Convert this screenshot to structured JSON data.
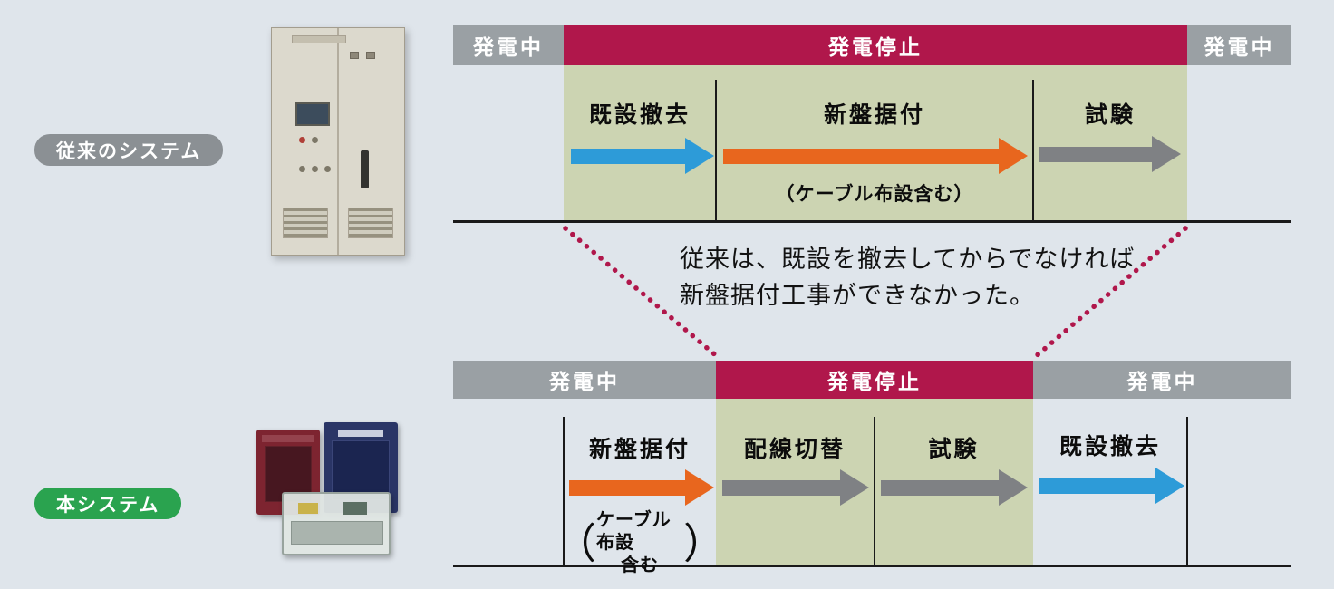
{
  "colors": {
    "page_bg": "#dfe5eb",
    "gray_header": "#9aa0a4",
    "crimson": "#b0174b",
    "green_panel": "#ccd4b2",
    "blue_arrow": "#2d9bd8",
    "orange_arrow": "#e8661e",
    "gray_arrow": "#7f8184",
    "gray_badge": "#8b9094",
    "green_badge": "#2aa34f",
    "line_black": "#1a1a1a"
  },
  "badges": {
    "conventional": "従来のシステム",
    "current": "本システム"
  },
  "images": {
    "top": "control-panel-cabinet-photo",
    "bottom": "protection-relay-units-photo"
  },
  "top_timeline": {
    "header": [
      {
        "label": "発電中"
      },
      {
        "label": "発電停止"
      },
      {
        "label": "発電中"
      }
    ],
    "phases": [
      {
        "label": "既設撤去",
        "arrow": "blue"
      },
      {
        "label": "新盤据付",
        "arrow": "orange",
        "note": "（ケーブル布設含む）"
      },
      {
        "label": "試験",
        "arrow": "gray"
      }
    ]
  },
  "middle_text": {
    "line1": "従来は、既設を撤去してからでなければ",
    "line2": "新盤据付工事ができなかった。"
  },
  "bottom_timeline": {
    "header": [
      {
        "label": "発電中"
      },
      {
        "label": "発電停止"
      },
      {
        "label": "発電中"
      }
    ],
    "phases": [
      {
        "label": "新盤据付",
        "arrow": "orange",
        "note_open": "（",
        "note_line1": "ケーブル布設",
        "note_line2": "含む",
        "note_close": "）"
      },
      {
        "label": "配線切替",
        "arrow": "gray"
      },
      {
        "label": "試験",
        "arrow": "gray"
      },
      {
        "label": "既設撤去",
        "arrow": "blue"
      }
    ]
  }
}
